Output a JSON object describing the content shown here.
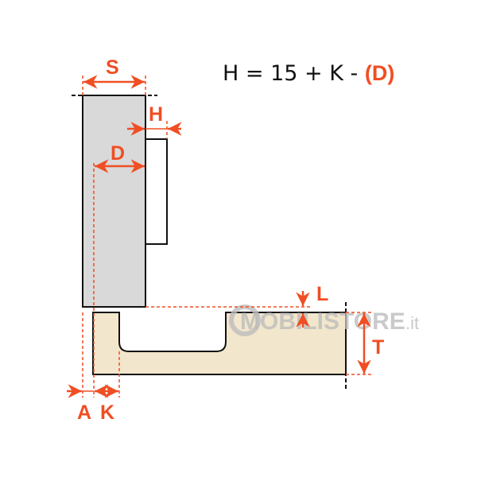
{
  "formula": {
    "main": "H = 15 + K - ",
    "highlight": "(D)"
  },
  "labels": {
    "S": "S",
    "H": "H",
    "D": "D",
    "L": "L",
    "T": "T",
    "A": "A",
    "K": "K"
  },
  "watermark": {
    "brand": "MOBILISTORE",
    "tld": ".it"
  },
  "colors": {
    "accent": "#f04e23",
    "door": "#d9d9d9",
    "panel": "#f2e6cc"
  }
}
